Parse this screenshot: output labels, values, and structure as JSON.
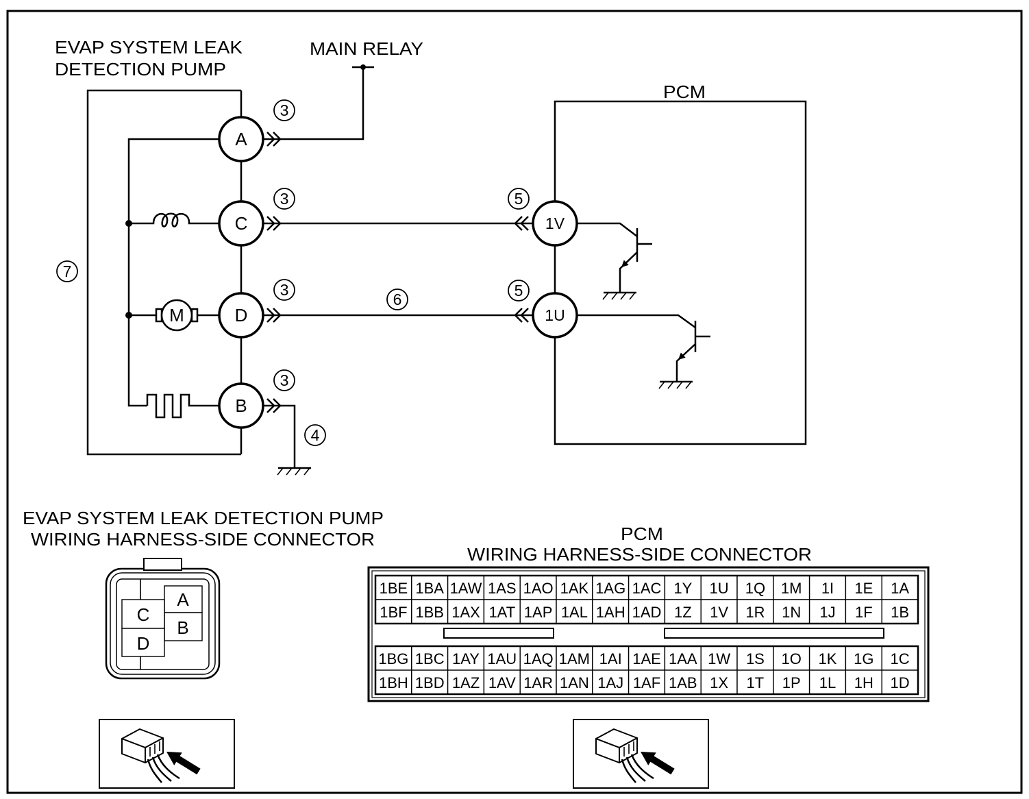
{
  "pump": {
    "title": [
      "EVAP SYSTEM LEAK",
      "DETECTION PUMP"
    ],
    "pins": {
      "a": "A",
      "c": "C",
      "d": "D",
      "b": "B"
    },
    "motor_label": "M"
  },
  "relay": {
    "label": "MAIN RELAY"
  },
  "pcm": {
    "label": "PCM",
    "pins": {
      "v": "1V",
      "u": "1U"
    }
  },
  "callouts": {
    "pump_pin_a": "3",
    "pump_pin_c": "3",
    "pump_pin_d": "3",
    "pump_pin_b": "3",
    "pump_unit": "7",
    "pump_ground": "4",
    "pcm_pin_1v": "5",
    "pcm_pin_1u": "5",
    "signal_wire": "6"
  },
  "pump_connector": {
    "title": [
      "EVAP SYSTEM LEAK DETECTION PUMP",
      "WIRING HARNESS-SIDE CONNECTOR"
    ],
    "cells": {
      "a": "A",
      "b": "B",
      "c": "C",
      "d": "D"
    }
  },
  "pcm_connector": {
    "title": [
      "PCM",
      "WIRING HARNESS-SIDE CONNECTOR"
    ],
    "upper": [
      [
        "1BE",
        "1BA",
        "1AW",
        "1AS",
        "1AO",
        "1AK",
        "1AG",
        "1AC",
        "1Y",
        "1U",
        "1Q",
        "1M",
        "1I",
        "1E",
        "1A"
      ],
      [
        "1BF",
        "1BB",
        "1AX",
        "1AT",
        "1AP",
        "1AL",
        "1AH",
        "1AD",
        "1Z",
        "1V",
        "1R",
        "1N",
        "1J",
        "1F",
        "1B"
      ]
    ],
    "lower": [
      [
        "1BG",
        "1BC",
        "1AY",
        "1AU",
        "1AQ",
        "1AM",
        "1AI",
        "1AE",
        "1AA",
        "1W",
        "1S",
        "1O",
        "1K",
        "1G",
        "1C"
      ],
      [
        "1BH",
        "1BD",
        "1AZ",
        "1AV",
        "1AR",
        "1AN",
        "1AJ",
        "1AF",
        "1AB",
        "1X",
        "1T",
        "1P",
        "1L",
        "1H",
        "1D"
      ]
    ]
  }
}
